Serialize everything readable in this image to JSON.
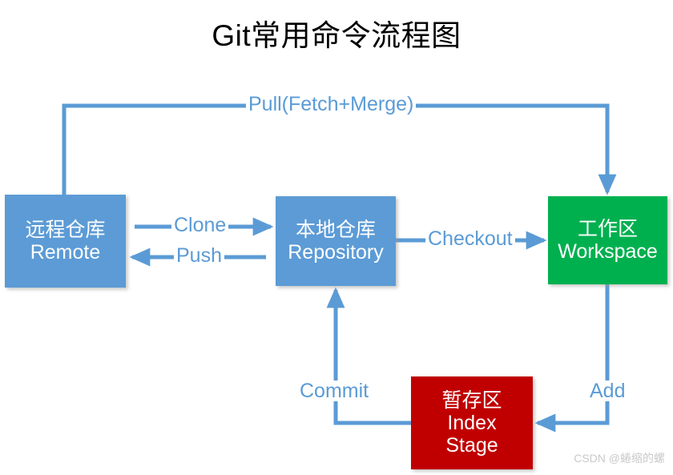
{
  "title": "Git常用命令流程图",
  "watermark": "CSDN @蜷缩的螺",
  "colors": {
    "blue": "#5B9BD5",
    "green": "#00B050",
    "red": "#C00000",
    "label_text": "#5B9BD5",
    "box_text": "#FFFFFF",
    "title_text": "#000000",
    "background": "#FFFFFF",
    "watermark_text": "#C9C9C9"
  },
  "nodes": [
    {
      "id": "remote",
      "name": "remote-repository-box",
      "color": "#5B9BD5",
      "lines": [
        "远程仓库",
        "Remote"
      ],
      "line1": "远程仓库",
      "line2": "Remote",
      "line3": ""
    },
    {
      "id": "repository",
      "name": "local-repository-box",
      "color": "#5B9BD5",
      "lines": [
        "本地仓库",
        "Repository"
      ],
      "line1": "本地仓库",
      "line2": "Repository",
      "line3": ""
    },
    {
      "id": "workspace",
      "name": "workspace-box",
      "color": "#00B050",
      "lines": [
        "工作区",
        "Workspace"
      ],
      "line1": "工作区",
      "line2": "Workspace",
      "line3": ""
    },
    {
      "id": "index",
      "name": "index-stage-box",
      "color": "#C00000",
      "lines": [
        "暂存区",
        "Index",
        "Stage"
      ],
      "line1": "暂存区",
      "line2": "Index",
      "line3": "Stage"
    }
  ],
  "edges": [
    {
      "id": "pull",
      "label": "Pull(Fetch+Merge)",
      "from": "remote",
      "to": "workspace"
    },
    {
      "id": "clone",
      "label": "Clone",
      "from": "remote",
      "to": "repository"
    },
    {
      "id": "push",
      "label": "Push",
      "from": "repository",
      "to": "remote"
    },
    {
      "id": "checkout",
      "label": "Checkout",
      "from": "repository",
      "to": "workspace"
    },
    {
      "id": "add",
      "label": "Add",
      "from": "workspace",
      "to": "index"
    },
    {
      "id": "commit",
      "label": "Commit",
      "from": "index",
      "to": "repository"
    }
  ]
}
